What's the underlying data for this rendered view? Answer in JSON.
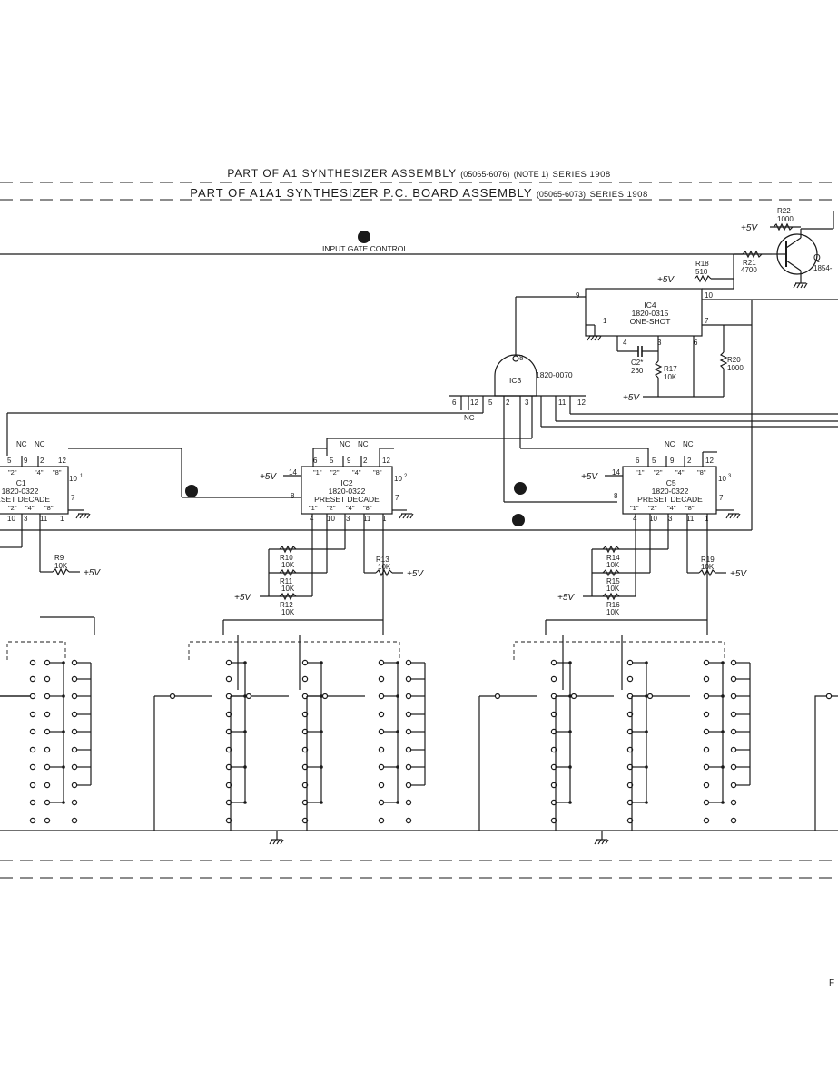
{
  "header": {
    "line1_main": "PART OF A1 SYNTHESIZER ASSEMBLY",
    "line1_part": "(05065-6076)",
    "line1_note": "(NOTE 1)",
    "line1_series": "SERIES 1908",
    "line2_main": "PART OF A1A1 SYNTHESIZER P.C. BOARD ASSEMBLY",
    "line2_part": "(05065-6073)",
    "line2_series": "SERIES 1908"
  },
  "signals": {
    "input_gate_control": "INPUT GATE CONTROL",
    "marker6": "6",
    "marker2": "2",
    "marker3": "3",
    "marker7": "7"
  },
  "ics": {
    "ic1": {
      "ref": "IC1",
      "part": "1820-0322",
      "name": "PRESET DECADE",
      "name_visible": "RESET DECADE",
      "ref10": "10",
      "sup": "1"
    },
    "ic2": {
      "ref": "IC2",
      "part": "1820-0322",
      "name": "PRESET DECADE",
      "ref10": "10",
      "sup": "2"
    },
    "ic5": {
      "ref": "IC5",
      "part": "1820-0322",
      "name": "PRESET DECADE",
      "ref10": "10",
      "sup": "3"
    },
    "ic3": {
      "ref": "IC3",
      "part": "1820-0070"
    },
    "ic4": {
      "ref": "IC4",
      "part": "1820-0315",
      "name": "ONE-SHOT"
    },
    "q": {
      "ref": "Q",
      "part": "1854-"
    }
  },
  "bcd_labels": {
    "l1": "\"1\"",
    "l2": "\"2\"",
    "l4": "\"4\"",
    "l8": "\"8\""
  },
  "pins": {
    "p1": "1",
    "p2": "2",
    "p3": "3",
    "p4": "4",
    "p5": "5",
    "p6": "6",
    "p7": "7",
    "p8": "8",
    "p9": "9",
    "p10": "10",
    "p11": "11",
    "p12": "12",
    "p14": "14"
  },
  "nc": "NC",
  "supply": "+5V",
  "resistors": {
    "r9": {
      "ref": "R9",
      "value": "10K"
    },
    "r10": {
      "ref": "R10",
      "value": "10K"
    },
    "r11": {
      "ref": "R11",
      "value": "10K"
    },
    "r12": {
      "ref": "R12",
      "value": "10K"
    },
    "r13": {
      "ref": "R13",
      "value": "10K"
    },
    "r14": {
      "ref": "R14",
      "value": "10K"
    },
    "r15": {
      "ref": "R15",
      "value": "10K"
    },
    "r16": {
      "ref": "R16",
      "value": "10K"
    },
    "r17": {
      "ref": "R17",
      "value": "10K"
    },
    "r18": {
      "ref": "R18",
      "value": "510"
    },
    "r19": {
      "ref": "R19",
      "value": "10K"
    },
    "r20": {
      "ref": "R20",
      "value": "1000"
    },
    "r21": {
      "ref": "R21",
      "value": "4700"
    },
    "r22": {
      "ref": "R22",
      "value": "1000"
    }
  },
  "capacitor": {
    "ref": "C2*",
    "value": "260"
  },
  "page_mark": "F"
}
